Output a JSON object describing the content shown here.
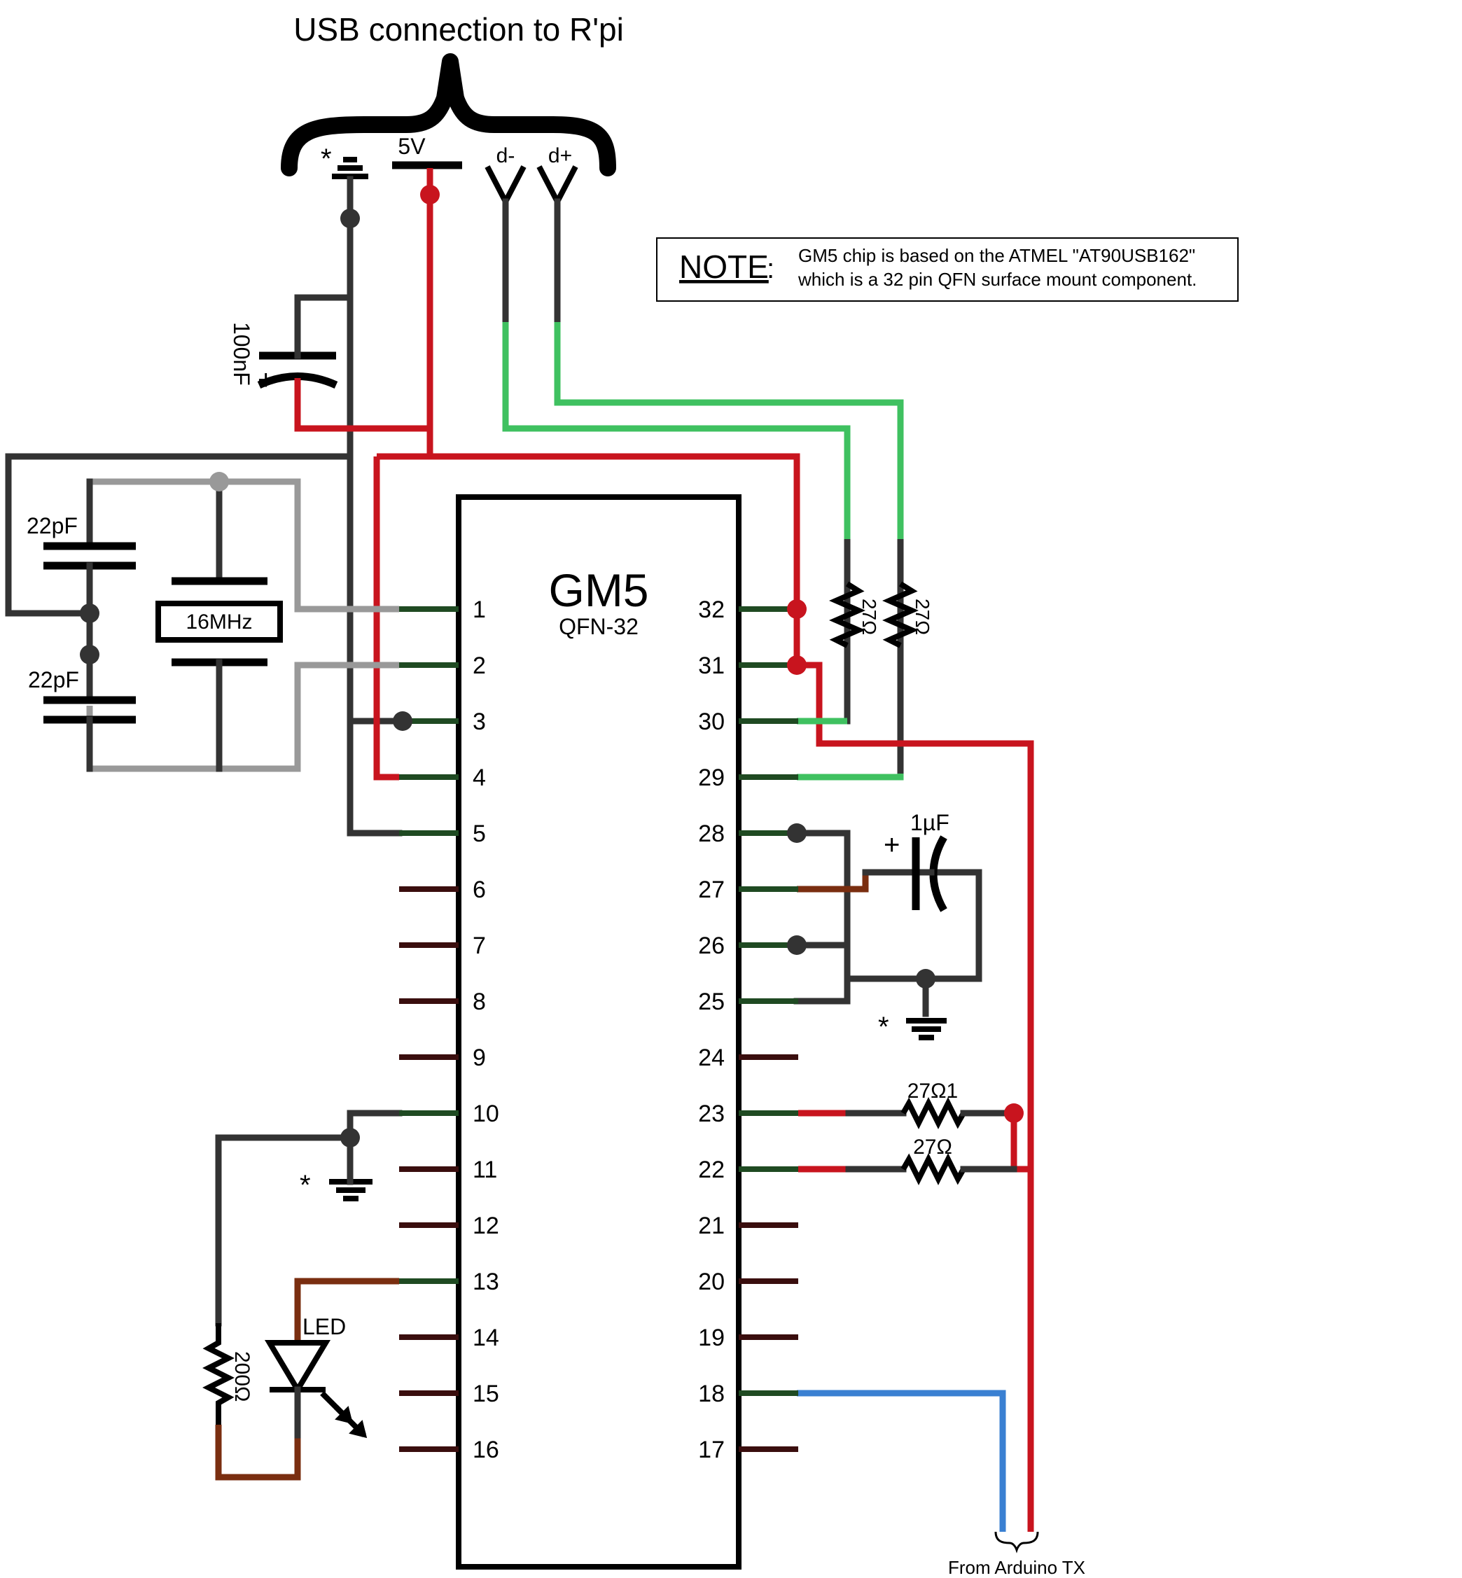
{
  "header": {
    "usb_title": "USB connection to R'pi",
    "ground_star": "*",
    "vcc_label": "5V",
    "dminus_label": "d-",
    "dplus_label": "d+"
  },
  "note": {
    "heading": "NOTE",
    "colon": ":",
    "line1": "GM5 chip is based on the ATMEL \"AT90USB162\"",
    "line2": "which is a 32 pin QFN surface mount component."
  },
  "chip": {
    "name": "GM5",
    "package": "QFN-32",
    "left_pins": [
      "1",
      "2",
      "3",
      "4",
      "5",
      "6",
      "7",
      "8",
      "9",
      "10",
      "11",
      "12",
      "13",
      "14",
      "15",
      "16"
    ],
    "right_pins": [
      "32",
      "31",
      "30",
      "29",
      "28",
      "27",
      "26",
      "25",
      "24",
      "23",
      "22",
      "21",
      "20",
      "19",
      "18",
      "17"
    ]
  },
  "components": {
    "cap_100nF": "100nF",
    "cap_100nF_plus": "+",
    "cap_22pF_top": "22pF",
    "cap_22pF_bottom": "22pF",
    "crystal": "16MHz",
    "res_dminus": "27Ω",
    "res_dplus": "27Ω",
    "cap_1uF": "1µF",
    "cap_1uF_plus": "+",
    "ground_star_right": "*",
    "res_pin23": "27Ω1",
    "res_pin22": "27Ω",
    "ground_star_left": "*",
    "led": "LED",
    "res_led": "200Ω"
  },
  "footer": {
    "arduino_label": "From Arduino TX"
  },
  "colors": {
    "ground_wire": "#333333",
    "vcc_wire": "#c8141e",
    "data_wire": "#3fc160",
    "crystal_wire": "#999999",
    "led_wire": "#7a2e10",
    "tx_wire": "#3a80d2"
  }
}
